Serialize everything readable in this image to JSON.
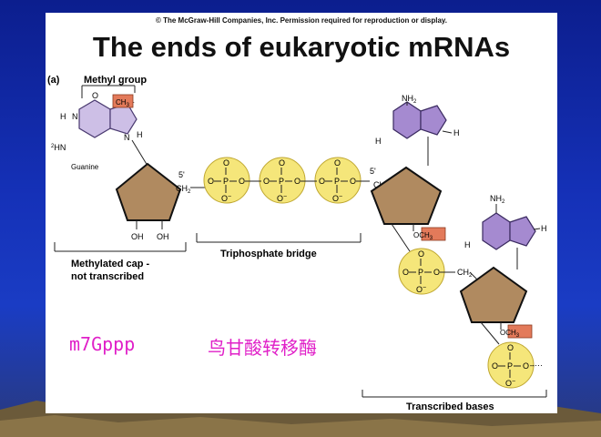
{
  "slide": {
    "copyright": "© The McGraw-Hill Companies, Inc. Permission required for reproduction or display.",
    "title": "The ends of eukaryotic mRNAs",
    "panel_label": "(a)"
  },
  "labels": {
    "methyl_group": "Methyl group",
    "ch3": "CH",
    "sub3": "3",
    "och3": "OCH",
    "guanine": "Guanine",
    "five_prime": "5'",
    "ch2": "CH",
    "sub2": "2",
    "oh": "OH",
    "o": "O",
    "o_minus": "O",
    "minus": "−",
    "p": "P",
    "h": "H",
    "n": "N",
    "nh2": "NH",
    "plus": "+",
    "dash": "–",
    "dots": "–···",
    "methylated_cap_line1": "Methylated cap -",
    "methylated_cap_line2": "not transcribed",
    "triphosphate_bridge": "Triphosphate bridge",
    "transcribed_bases": "Transcribed bases"
  },
  "annotations": {
    "m7gppp": "m7Gppp",
    "chinese": "鸟甘酸转移酶"
  },
  "colors": {
    "purine": "#cdbfe6",
    "adenine": "#a58ad0",
    "sugar": "#b08a60",
    "phosphate": "#f5e67a",
    "methyl_box": "#e37a5a"
  }
}
